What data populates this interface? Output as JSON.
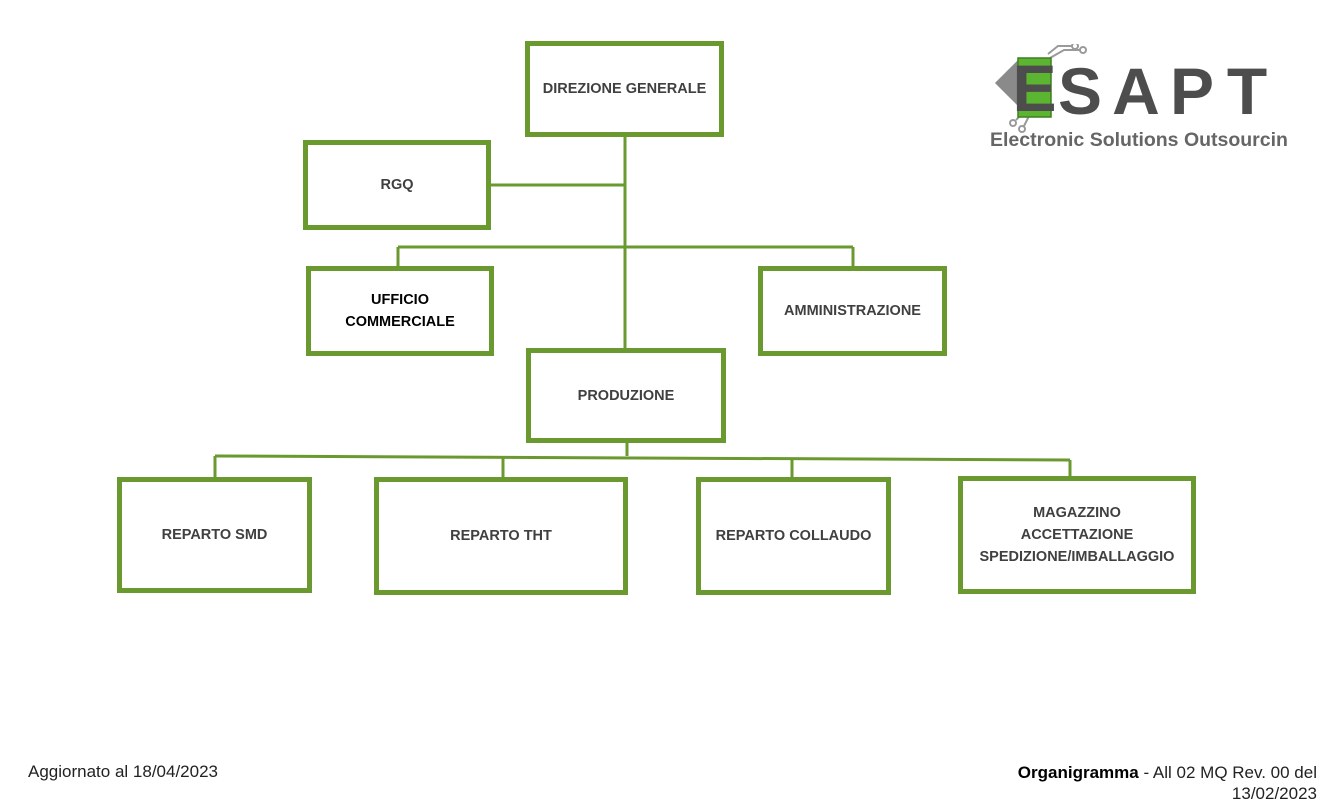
{
  "colors": {
    "accent": "#6a9a2f",
    "box_text": "#404040",
    "logo_grey": "#4d4d4d",
    "logo_green": "#5cb531"
  },
  "logo": {
    "letters": [
      "E",
      "S",
      "A",
      "P",
      "T"
    ],
    "tagline": "Electronic Solutions Outsourcing"
  },
  "org": {
    "direzione": "DIREZIONE GENERALE",
    "rgq": "RGQ",
    "ufficio_commerciale": "UFFICIO\nCOMMERCIALE",
    "amministrazione": "AMMINISTRAZIONE",
    "produzione": "PRODUZIONE",
    "reparto_smd": "REPARTO SMD",
    "reparto_tht": "REPARTO THT",
    "reparto_collaudo": "REPARTO COLLAUDO",
    "magazzino": "MAGAZZINO\nACCETTAZIONE\nSPEDIZIONE/IMBALLAGGIO"
  },
  "footer": {
    "updated": "Aggiornato al 18/04/2023",
    "doc_title": "Organigramma",
    "doc_ref": " - All 02 MQ Rev. 00 del 13/02/2023"
  }
}
